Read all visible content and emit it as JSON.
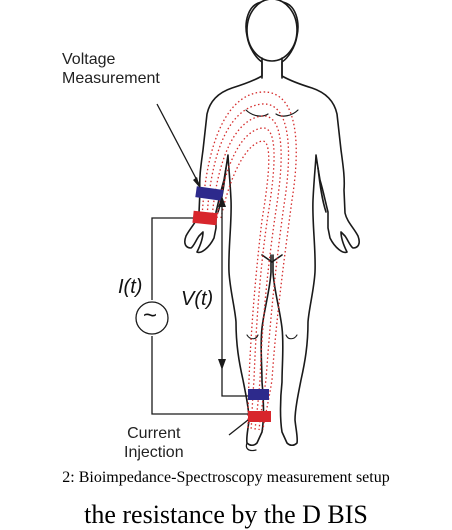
{
  "diagram": {
    "labels": {
      "voltage_line1": "Voltage",
      "voltage_line2": "Measurement",
      "current_line1": "Current",
      "current_line2": "Injection",
      "current_symbol": "I(t)",
      "voltage_symbol": "V(t)",
      "source_symbol": "~"
    },
    "caption": "2: Bioimpedance-Spectroscopy measurement setup",
    "partial_text": "the resistance by the D    BIS"
  },
  "colors": {
    "electrode_red": "#d8262c",
    "electrode_blue": "#2d2a8c",
    "current_path": "#d52b2b",
    "outline": "#1a1a1a"
  }
}
